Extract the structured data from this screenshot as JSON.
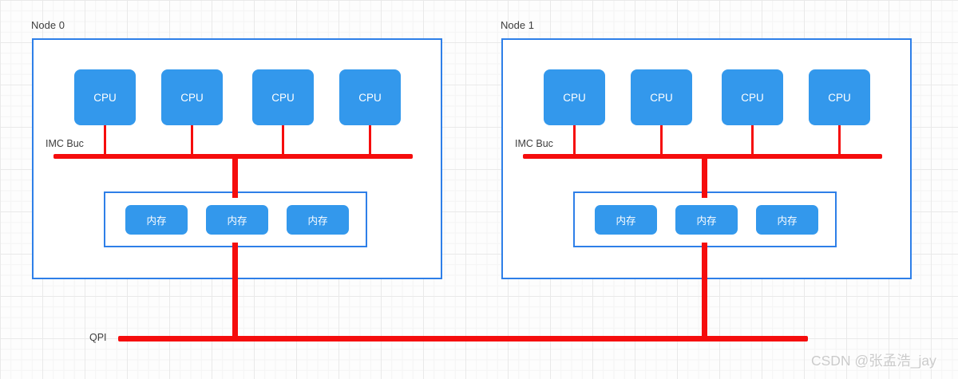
{
  "diagram": {
    "nodes": [
      {
        "label": "Node 0",
        "cpus": [
          "CPU",
          "CPU",
          "CPU",
          "CPU"
        ],
        "imc_label": "IMC Buc",
        "memory": [
          "内存",
          "内存",
          "内存"
        ]
      },
      {
        "label": "Node 1",
        "cpus": [
          "CPU",
          "CPU",
          "CPU",
          "CPU"
        ],
        "imc_label": "IMC Buc",
        "memory": [
          "内存",
          "内存",
          "内存"
        ]
      }
    ],
    "qpi_label": "QPI"
  },
  "watermark": "CSDN @张孟浩_jay",
  "colors": {
    "box_fill_blue": "#3398EC",
    "border_blue": "#2E7FE8",
    "bus_red": "#F50D0D",
    "label_text": "#3D3D3D",
    "watermark_gray": "#CBCBCB",
    "canvas_bg": "#FDFDFD"
  }
}
